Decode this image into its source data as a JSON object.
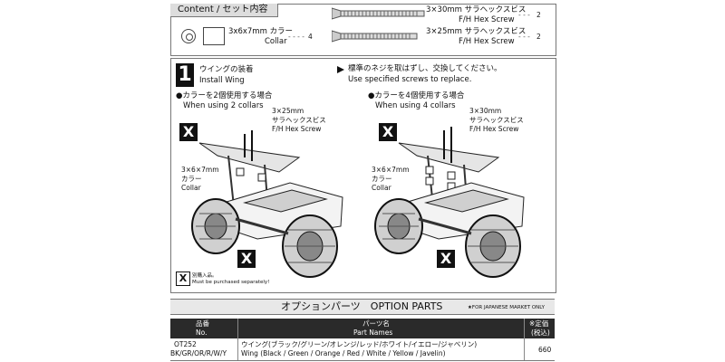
{
  "contents": {
    "title": "Content / セット内容",
    "collar_label_jp": "3x6x7mm カラー",
    "collar_label_en": "Collar",
    "collar_qty": "4",
    "screw30_jp": "3×30mm サラヘックスビス",
    "screw30_en": "F/H Hex Screw",
    "screw30_qty": "2",
    "screw25_jp": "3×25mm サラヘックスビス",
    "screw25_en": "F/H Hex Screw",
    "screw25_qty": "2"
  },
  "step1": {
    "number": "1",
    "title_jp": "ウイングの装着",
    "title_en": "Install Wing",
    "note_jp": "標準のネジを取はずし、交換してください。",
    "note_en": "Use specified screws to replace.",
    "left": {
      "heading_jp": "●カラーを2個使用する場合",
      "heading_en": "When using 2 collars",
      "screw_size": "3×25mm",
      "screw_jp": "サラヘックスビス",
      "screw_en": "F/H Hex Screw",
      "collar_size": "3×6×7mm",
      "collar_jp": "カラー",
      "collar_en": "Collar"
    },
    "right": {
      "heading_jp": "●カラーを4個使用する場合",
      "heading_en": "When using 4 collars",
      "screw_size": "3×30mm",
      "screw_jp": "サラヘックスビス",
      "screw_en": "F/H Hex Screw",
      "collar_size": "3×6×7mm",
      "collar_jp": "カラー",
      "collar_en": "Collar"
    },
    "legend_jp": "別購入品。",
    "legend_en": "Must be purchased separately!"
  },
  "options": {
    "title": "オプションパーツ　OPTION PARTS",
    "market_note": "★FOR JAPANESE MARKET ONLY",
    "col_no_jp": "品番",
    "col_no_en": "No.",
    "col_name_jp": "パーツ名",
    "col_name_en": "Part Names",
    "col_price_jp": "※定価",
    "col_price_en": "(税込)",
    "rows": [
      {
        "no_line1": "OT252",
        "no_line2": "BK/GR/OR/R/W/Y",
        "name_jp": "ウイング(ブラック/グリーン/オレンジ/レッド/ホワイト/イエロー/ジャベリン)",
        "name_en": "Wing (Black / Green / Orange / Red / White / Yellow / Javelin)",
        "price": "660"
      }
    ]
  },
  "icons": {
    "x_mark": "X"
  }
}
